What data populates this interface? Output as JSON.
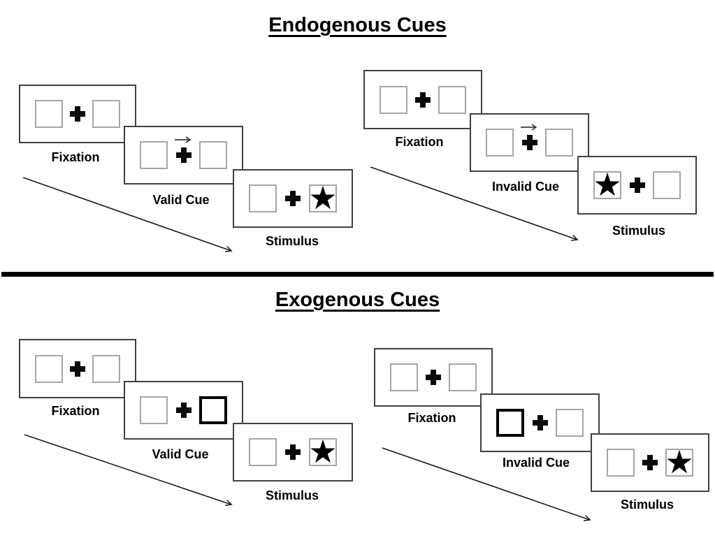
{
  "colors": {
    "background": "#ffffff",
    "card_border": "#404040",
    "box_border": "#a6a6a6",
    "cue_box_border": "#000000",
    "ink": "#000000"
  },
  "icons": {
    "stimulus_star": "★",
    "fixation_cross": "plus-cross",
    "cue_arrow": "right-arrow",
    "timeline_arrow": "diagonal-right-down-arrow"
  },
  "sections": [
    {
      "title": "Endogenous Cues",
      "cue_style": "central-arrow-above-fixation",
      "panels": [
        {
          "name": "valid",
          "steps": [
            {
              "label": "Fixation",
              "left_box": "empty",
              "right_box": "empty"
            },
            {
              "label": "Valid Cue",
              "left_box": "empty",
              "right_box": "empty",
              "cue": "arrow-right"
            },
            {
              "label": "Stimulus",
              "left_box": "empty",
              "right_box": "star"
            }
          ]
        },
        {
          "name": "invalid",
          "steps": [
            {
              "label": "Fixation",
              "left_box": "empty",
              "right_box": "empty"
            },
            {
              "label": "Invalid Cue",
              "left_box": "empty",
              "right_box": "empty",
              "cue": "arrow-right"
            },
            {
              "label": "Stimulus",
              "left_box": "star",
              "right_box": "empty"
            }
          ]
        }
      ]
    },
    {
      "title": "Exogenous Cues",
      "cue_style": "peripheral-thick-box",
      "panels": [
        {
          "name": "valid",
          "steps": [
            {
              "label": "Fixation",
              "left_box": "empty",
              "right_box": "empty"
            },
            {
              "label": "Valid Cue",
              "left_box": "empty",
              "right_box": "thick-outline"
            },
            {
              "label": "Stimulus",
              "left_box": "empty",
              "right_box": "star"
            }
          ]
        },
        {
          "name": "invalid",
          "steps": [
            {
              "label": "Fixation",
              "left_box": "empty",
              "right_box": "empty"
            },
            {
              "label": "Invalid Cue",
              "left_box": "thick-outline",
              "right_box": "empty"
            },
            {
              "label": "Stimulus",
              "left_box": "empty",
              "right_box": "star"
            }
          ]
        }
      ]
    }
  ]
}
